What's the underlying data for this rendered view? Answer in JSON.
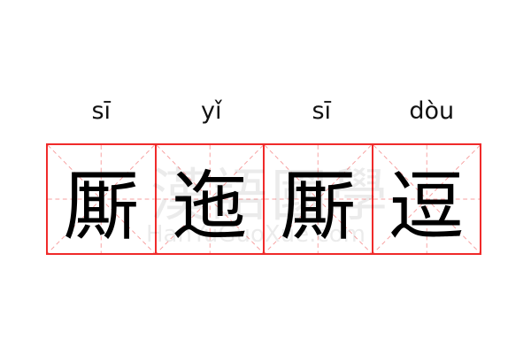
{
  "pinyin": [
    "sī",
    "yǐ",
    "sī",
    "dòu"
  ],
  "characters": [
    "厮",
    "迤",
    "厮",
    "逗"
  ],
  "watermark": {
    "chinese": "漢語國學",
    "latin": "HanYuGuoXue.com"
  },
  "colors": {
    "grid_border": "#f02a2a",
    "guide_lines": "#f7a0a0",
    "text": "#000000"
  }
}
